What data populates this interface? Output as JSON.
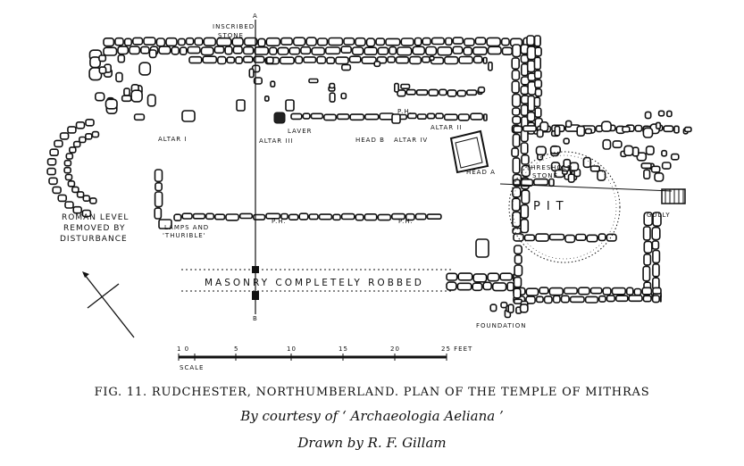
{
  "plan": {
    "labels": {
      "inscribed_stone": [
        "INSCRIBED",
        "STONE"
      ],
      "section_a": "A",
      "section_b": "B",
      "altar_1": "ALTAR I",
      "altar_3": "ALTAR III",
      "altar_2": "ALTAR II",
      "altar_4": "ALTAR IV",
      "laver": "LAVER",
      "head_b": "HEAD B",
      "head_a": "HEAD A",
      "ph_top": "P.H.",
      "ph_mid": "P.H.",
      "ph_right": "P.H.",
      "threshold_stone": [
        "THRESHOLD",
        "STONE"
      ],
      "pit": "PIT",
      "gully": "GULLY",
      "roman_level": [
        "ROMAN LEVEL",
        "REMOVED BY",
        "DISTURBANCE"
      ],
      "lamps": [
        "LAMPS AND",
        "'THURIBLE'"
      ],
      "masonry_robbed": "MASONRY COMPLETELY ROBBED",
      "foundation": "FOUNDATION"
    },
    "scale": {
      "ticks": [
        "1 0",
        "5",
        "10",
        "15",
        "20",
        "25 FEET"
      ],
      "label": "SCALE"
    }
  },
  "caption": {
    "title": "FIG. 11. RUDCHESTER, NORTHUMBERLAND. PLAN OF THE TEMPLE OF MITHRAS",
    "courtesy": "By courtesy of ‘ Archaeologia Aeliana ’",
    "drawn_by": "Drawn by R. F. Gillam"
  }
}
